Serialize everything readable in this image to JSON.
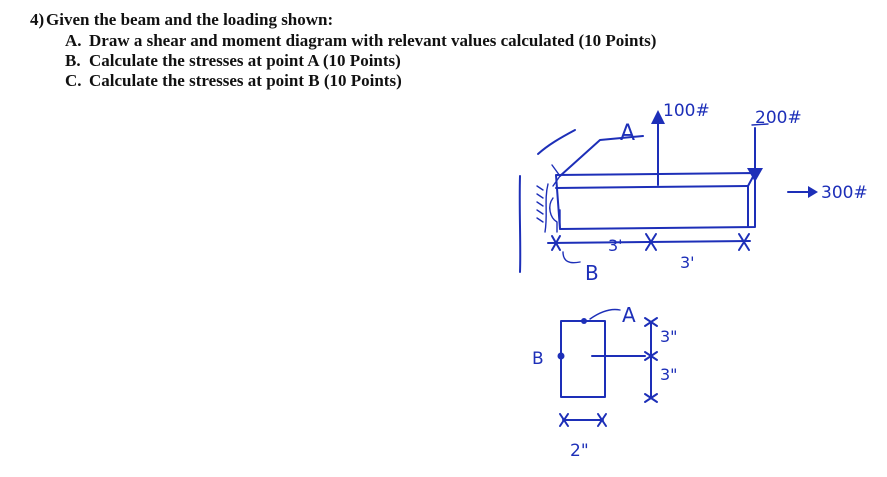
{
  "problem": {
    "number": "4)",
    "statement": "Given the beam and the loading shown:",
    "parts": [
      {
        "letter": "A.",
        "text": "Draw a shear and moment diagram with relevant values calculated (10 Points)"
      },
      {
        "letter": "B.",
        "text": "Calculate the stresses at point A (10 Points)"
      },
      {
        "letter": "C.",
        "text": "Calculate the stresses at point B (10 Points)"
      }
    ]
  },
  "sketch": {
    "ink_color": "#1d2fb8",
    "loads": {
      "upward_force": "100#",
      "downward_force": "200#",
      "axial_force": "300#"
    },
    "points": {
      "a_on_beam": "A",
      "b_on_beam": "B",
      "a_on_section": "A",
      "b_on_section": "B"
    },
    "spans": {
      "first_segment": "3'",
      "second_segment": "3'"
    },
    "cross_section": {
      "upper_half_height": "3\"",
      "lower_half_height": "3\"",
      "width": "2\""
    }
  }
}
